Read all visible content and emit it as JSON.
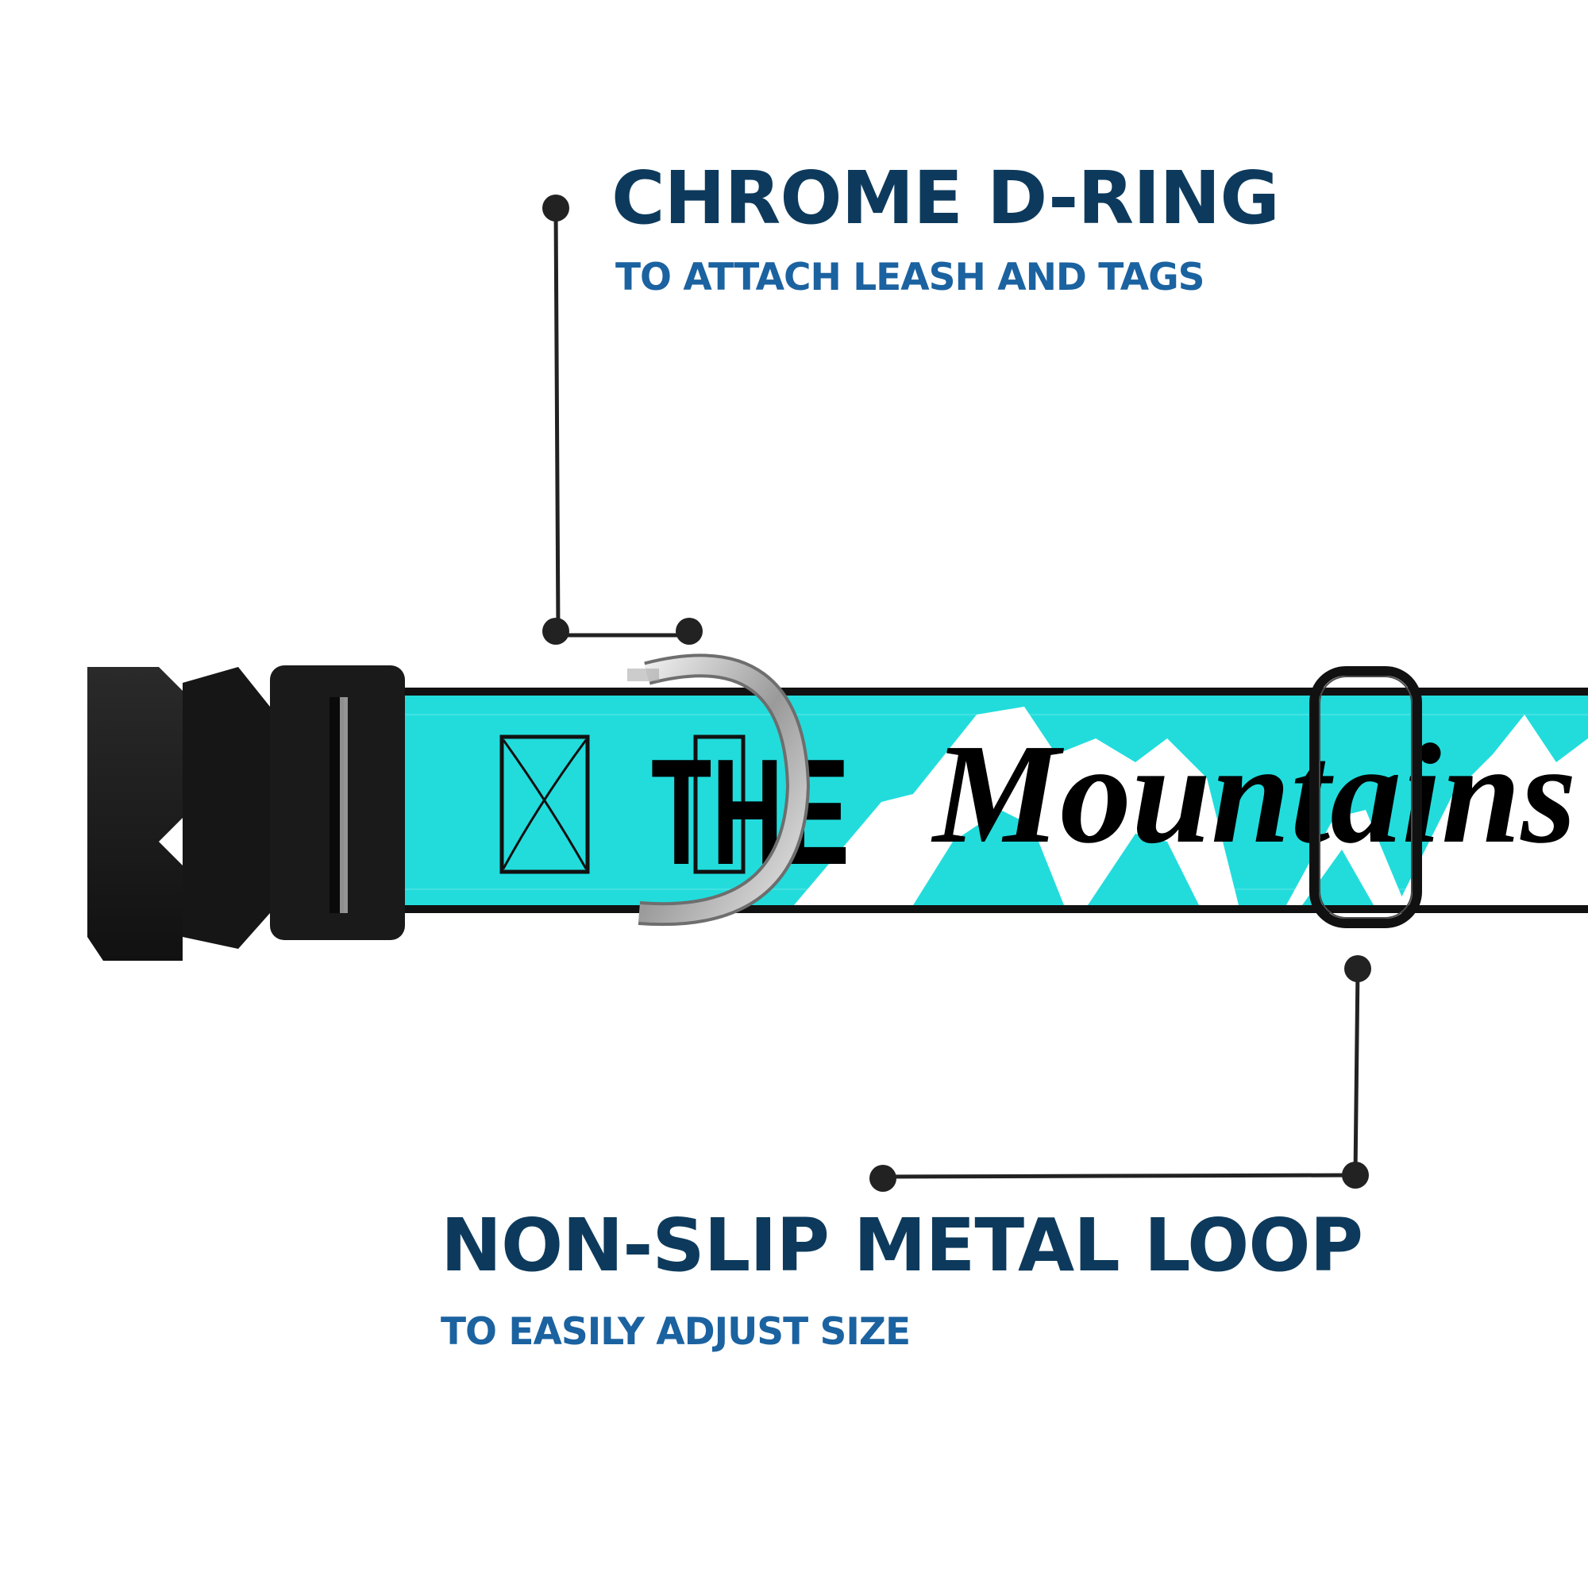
{
  "callouts": {
    "d_ring": {
      "title": "CHROME D-RING",
      "subtitle": "TO ATTACH LEASH AND TAGS"
    },
    "metal_loop": {
      "title": "NON-SLIP METAL LOOP",
      "subtitle": "TO EASILY ADJUST SIZE"
    }
  },
  "collar": {
    "print_text_1": "THE",
    "print_text_2": "Mountains",
    "colors": {
      "webbing": "#22dcdc",
      "mountains": "#ffffff",
      "buckle": "#1b1b1b",
      "d_ring": "#c8c8c8",
      "print": "#000000"
    }
  },
  "colors": {
    "title": "#0d3a5c",
    "subtitle": "#1b62a0",
    "leader_line": "#222222"
  }
}
